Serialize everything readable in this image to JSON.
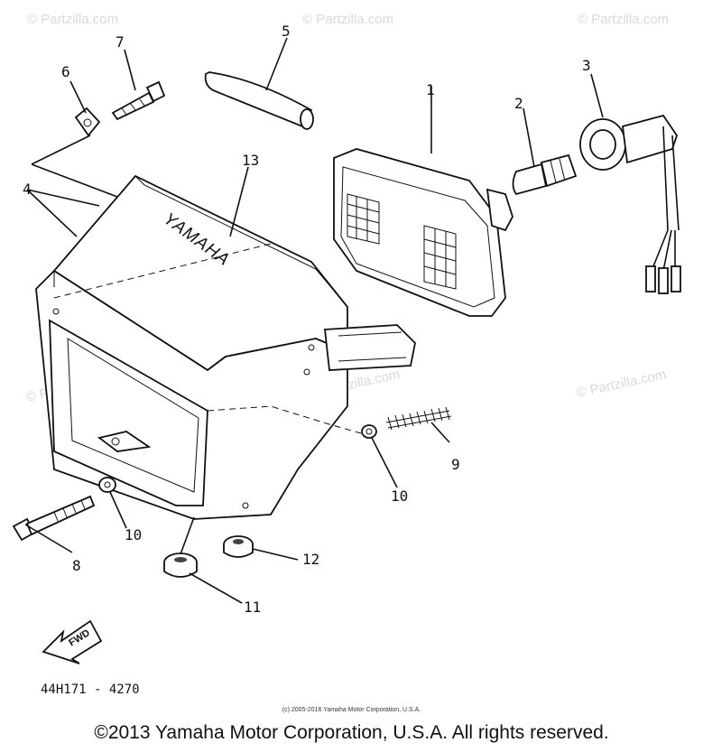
{
  "watermarks": {
    "w1": "© Partzilla.com",
    "w2": "© Partzilla.com",
    "w3": "© Partzilla.com",
    "w4": "© Partzilla.com",
    "w5": "© Partzilla.com",
    "w6": "© Partzilla.com"
  },
  "callouts": {
    "p1": "1",
    "p2": "2",
    "p3": "3",
    "p4": "4",
    "p5": "5",
    "p6": "6",
    "p7": "7",
    "p8": "8",
    "p9": "9",
    "p10a": "10",
    "p10b": "10",
    "p11": "11",
    "p12": "12",
    "p13": "13"
  },
  "emblem_text": "YAMAHA",
  "fwd_label": "FWD",
  "ref_code": "44H171 - 4270",
  "small_copyright": "(c) 2005-2016 Yamaha Motor Corporation, U.S.A.",
  "main_copyright": "©2013 Yamaha Motor Corporation, U.S.A. All rights reserved."
}
